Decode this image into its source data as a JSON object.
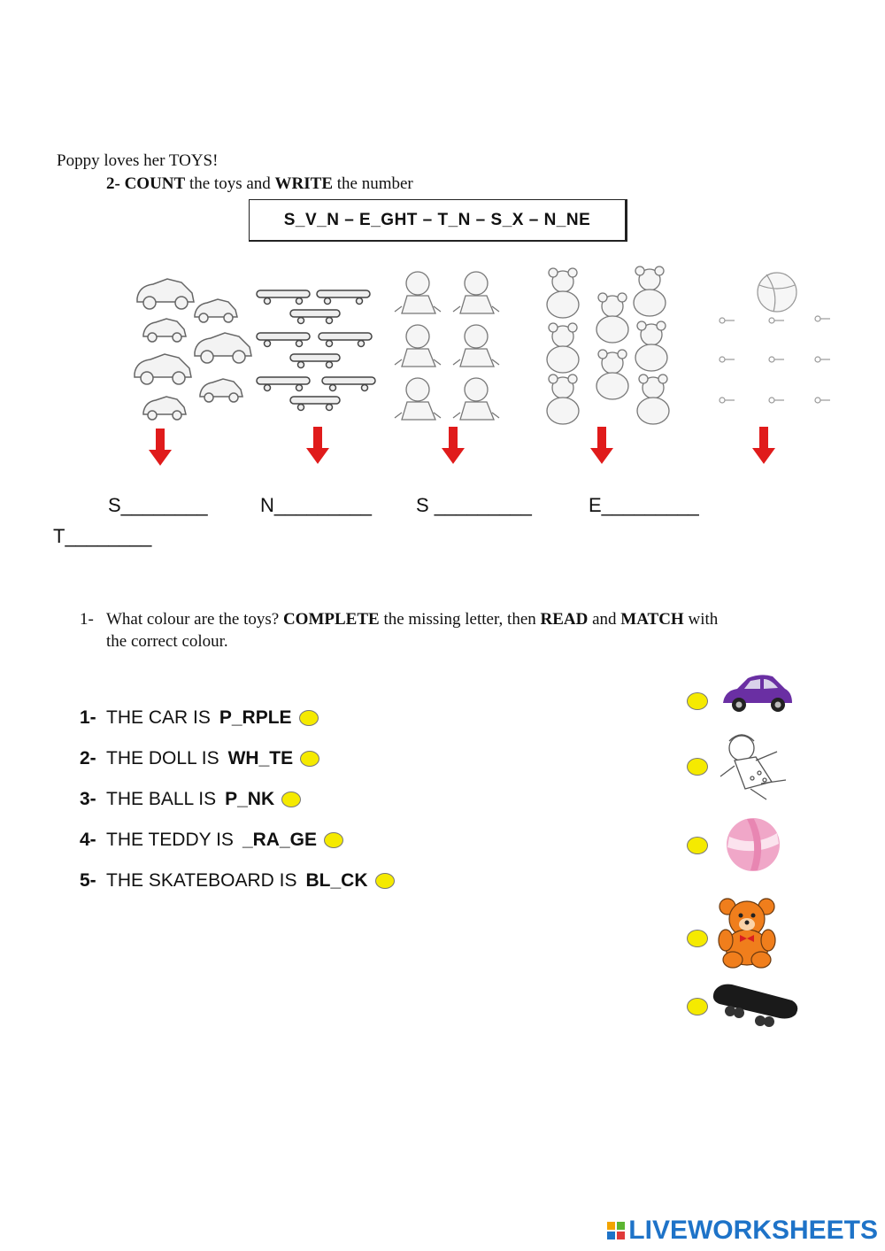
{
  "intro": "Poppy loves her TOYS!",
  "section2": {
    "num": "2-",
    "w1": "COUNT",
    "t1": "the toys and",
    "w2": "WRITE",
    "t2": "the number"
  },
  "word_box": "S_V_N  –  E_GHT  –  T_N  –  S_X  –  N_NE",
  "count_blanks": [
    "S________",
    "N_________",
    "S _________",
    "E_________",
    "T________"
  ],
  "section1": {
    "num": "1-",
    "t1": "What colour are the toys?",
    "w1": "COMPLETE",
    "t2": "the missing letter, then",
    "w2": "READ",
    "t3": "and",
    "w3": "MATCH",
    "t4": "with",
    "line2": "the correct colour."
  },
  "colour_items": [
    {
      "num": "1-",
      "text": "THE CAR IS",
      "word": "P_RPLE"
    },
    {
      "num": "2-",
      "text": "THE DOLL IS",
      "word": "WH_TE"
    },
    {
      "num": "3-",
      "text": "THE BALL IS",
      "word": "P_NK"
    },
    {
      "num": "4-",
      "text": "THE TEDDY IS",
      "word": "_RA_GE"
    },
    {
      "num": "5-",
      "text": "THE SKATEBOARD IS",
      "word": "BL_CK"
    }
  ],
  "match_pictures": [
    "purple-car-icon",
    "white-doll-icon",
    "pink-ball-icon",
    "orange-teddy-icon",
    "black-skateboard-icon"
  ],
  "colors": {
    "arrow": "#e01b1b",
    "dot": "#f5ea00",
    "car": "#6a2fa3",
    "ball": "#f0a7c8",
    "teddy": "#f07e1c",
    "skateboard": "#1a1a1a",
    "brand": "#1e73c8"
  },
  "brand": "LIVEWORKSHEETS"
}
